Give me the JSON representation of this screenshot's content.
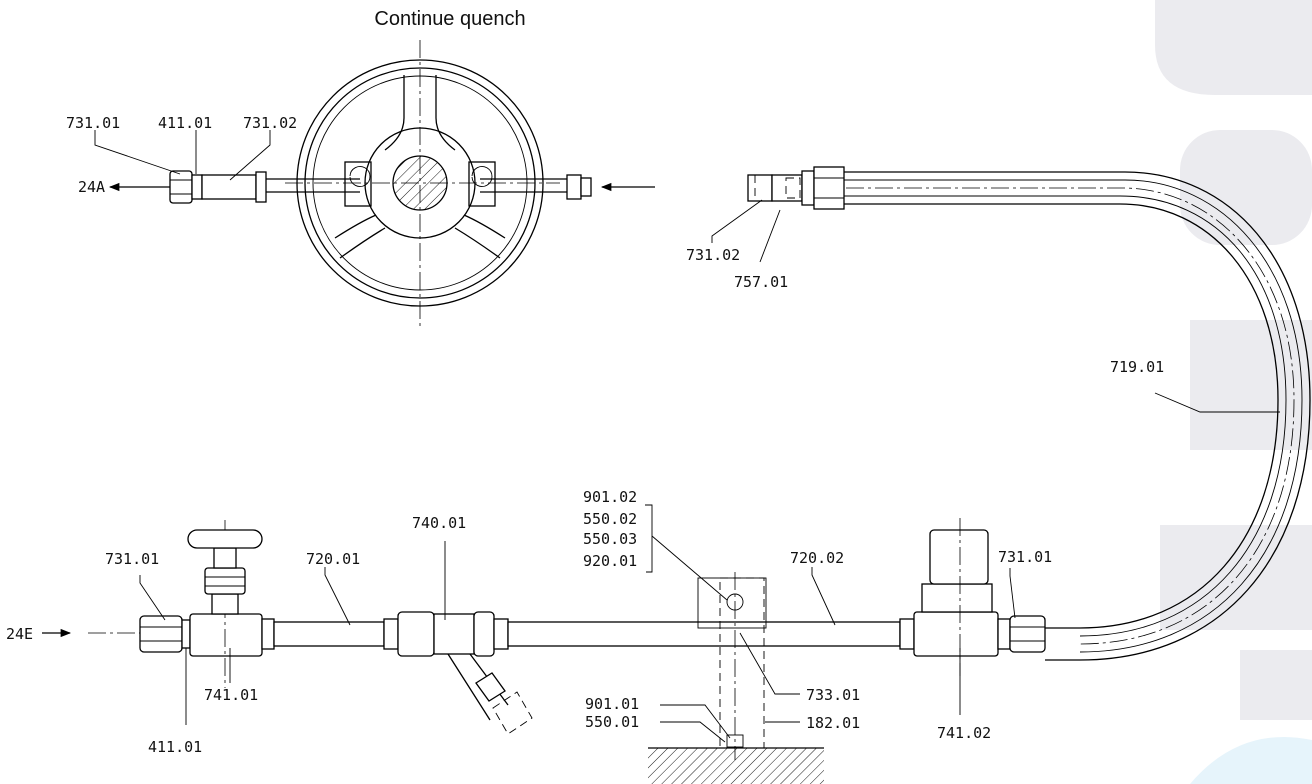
{
  "title": "Continue quench",
  "labels": {
    "top_731_01": "731.01",
    "top_411_01": "411.01",
    "top_731_02": "731.02",
    "flow_24A": "24A",
    "right_731_02": "731.02",
    "right_757_01": "757.01",
    "hose_719_01": "719.01",
    "group_901_02": "901.02",
    "group_550_02": "550.02",
    "group_550_03": "550.03",
    "group_920_01": "920.01",
    "bot_740_01": "740.01",
    "bot_731_01_left": "731.01",
    "bot_720_01": "720.01",
    "bot_720_02": "720.02",
    "bot_731_01_right": "731.01",
    "flow_24E": "24E",
    "bot_741_01": "741.01",
    "bot_411_01": "411.01",
    "bot_901_01": "901.01",
    "bot_550_01": "550.01",
    "bot_733_01": "733.01",
    "bot_182_01": "182.01",
    "bot_741_02": "741.02"
  },
  "watermark_color": "#e9e9ed",
  "accent_color": "#e6f4fb"
}
